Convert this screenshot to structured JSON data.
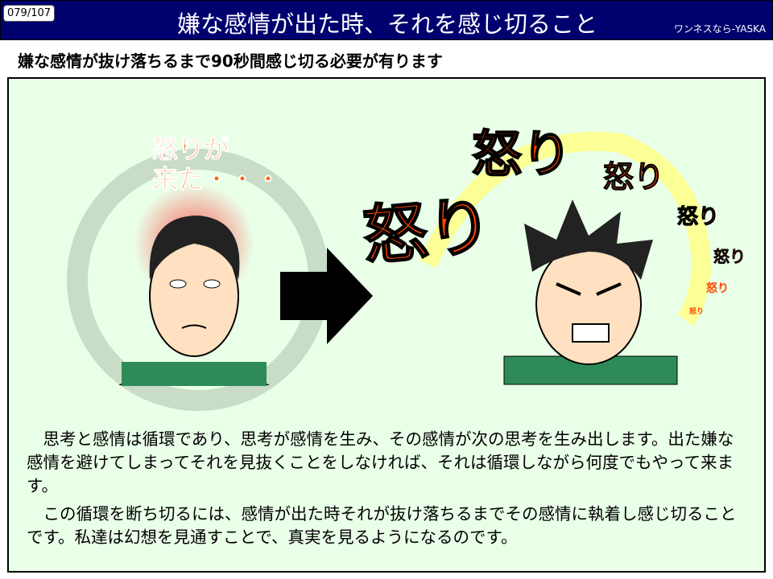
{
  "header": {
    "page_number": "079/107",
    "title": "嫌な感情が出た時、それを感じ切ること",
    "brand": "ワンネスなら-YASKA"
  },
  "subtitle": "嫌な感情が抜け落ちるまで90秒間感じ切る必要が有ります",
  "illustration": {
    "left_caption_line1": "怒りが",
    "left_caption_line2": "来た・・・",
    "anger_word": "怒り"
  },
  "body": {
    "paragraphs": [
      "思考と感情は循環であり、思考が感情を生み、その感情が次の思考を生み出します。出た嫌な感情を避けてしまってそれを見抜くことをしなければ、それは循環しながら何度でもやって来ます。",
      "この循環を断ち切るには、感情が出た時それが抜け落ちるまでその感情に執着し感じ切ることです。私達は幻想を見通すことで、真実を見るようになるのです。"
    ]
  },
  "colors": {
    "header_bg": "#00006e",
    "panel_bg": "#eaffe8",
    "anger_orange": "#ff5a00",
    "swirl": "#ffff80"
  }
}
